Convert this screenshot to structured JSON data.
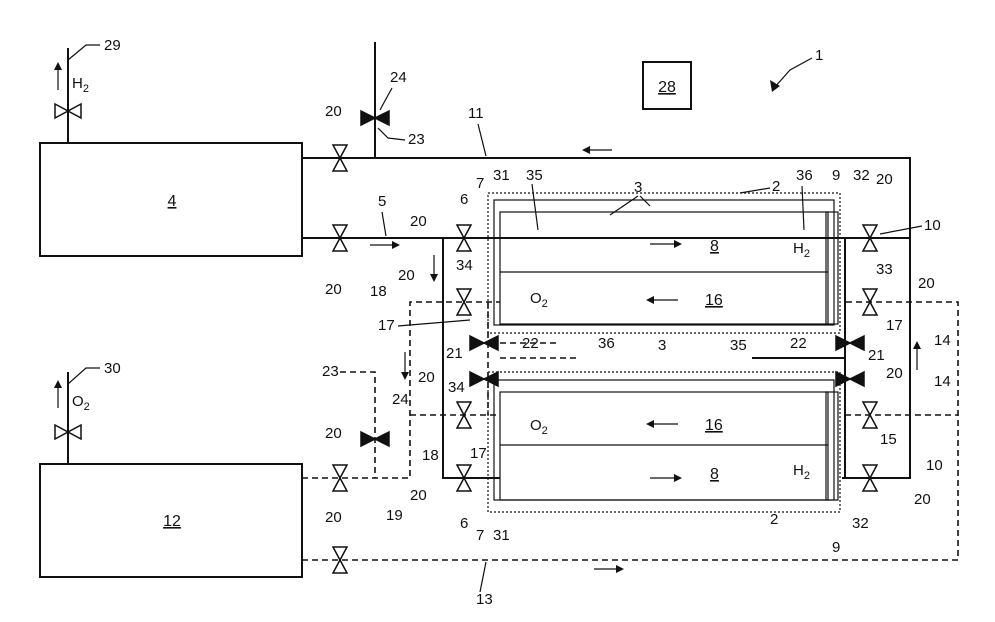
{
  "tanks": {
    "h2_tank": "4",
    "o2_tank": "12",
    "controller": "28"
  },
  "gases": {
    "h2": "H",
    "o2": "O",
    "sub": "2"
  },
  "refs": {
    "r1": "1",
    "r2": "2",
    "r3": "3",
    "r5": "5",
    "r6": "6",
    "r7": "7",
    "r8": "8",
    "r9": "9",
    "r10": "10",
    "r11": "11",
    "r13": "13",
    "r14": "14",
    "r15": "15",
    "r16": "16",
    "r17": "17",
    "r18": "18",
    "r19": "19",
    "r20": "20",
    "r21": "21",
    "r22": "22",
    "r23": "23",
    "r24": "24",
    "r29": "29",
    "r30": "30",
    "r31": "31",
    "r32": "32",
    "r33": "33",
    "r34": "34",
    "r35": "35",
    "r36": "36"
  }
}
